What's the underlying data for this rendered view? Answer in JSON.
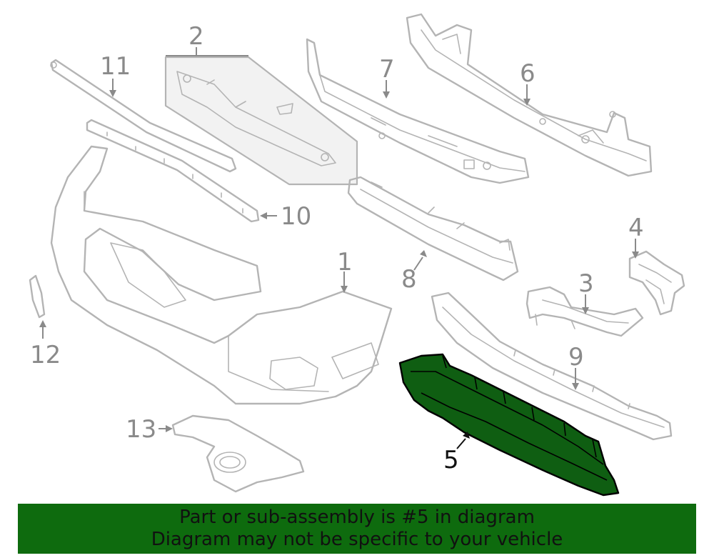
{
  "callouts": {
    "c1": "1",
    "c2": "2",
    "c3": "3",
    "c4": "4",
    "c5": "5",
    "c6": "6",
    "c7": "7",
    "c8": "8",
    "c9": "9",
    "c10": "10",
    "c11": "11",
    "c12": "12",
    "c13": "13"
  },
  "highlighted_part": "5",
  "colors": {
    "highlight_fill": "#0f5e12",
    "banner_background": "#0e6b0e",
    "part_stroke": "#b4b4b4"
  },
  "banner": {
    "line1": "Part or sub-assembly is #5 in diagram",
    "line2": "Diagram may not be specific to your vehicle"
  }
}
